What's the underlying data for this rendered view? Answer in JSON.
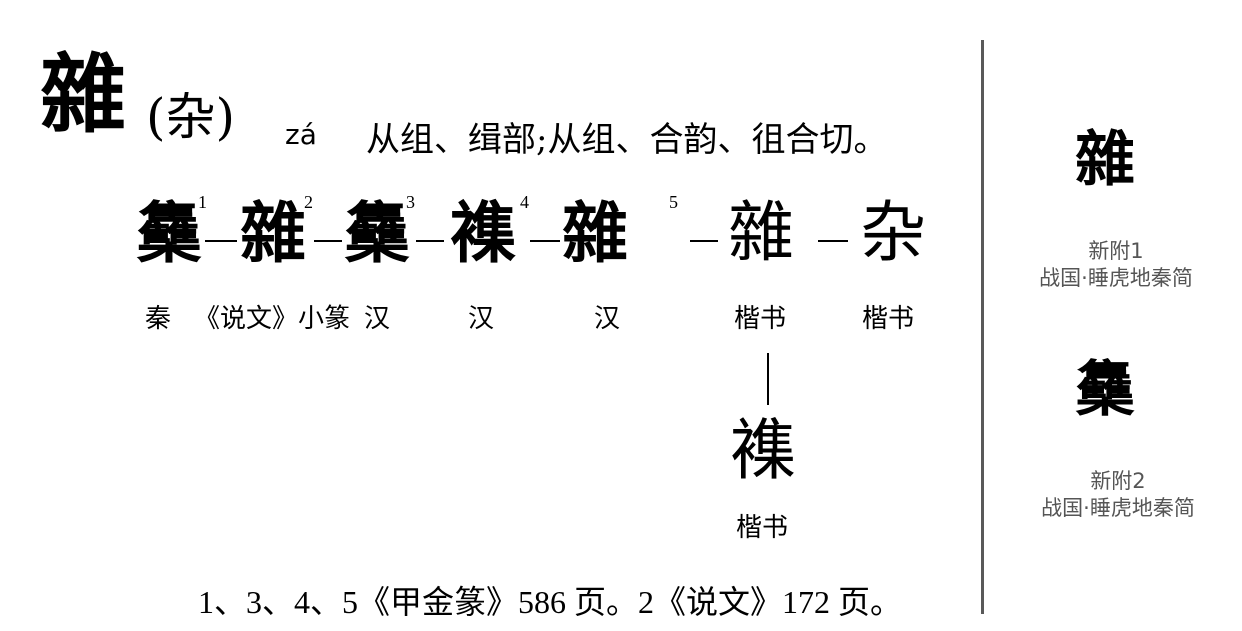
{
  "entry": {
    "headword": "雜",
    "simplified": "(杂)",
    "pinyin": "zá",
    "phonology": "从组、缉部;从组、合韵、徂合切。"
  },
  "evolution": {
    "forms": [
      {
        "glyph": "雧",
        "index": "1",
        "label": "秦"
      },
      {
        "glyph": "雜",
        "index": "2",
        "label": "《说文》小篆"
      },
      {
        "glyph": "雧",
        "index": "3",
        "label": "汉"
      },
      {
        "glyph": "襍",
        "index": "4",
        "label": "汉"
      },
      {
        "glyph": "雜",
        "index": "5",
        "label": "汉"
      },
      {
        "glyph": "雜",
        "index": "",
        "label": "楷书"
      },
      {
        "glyph": "杂",
        "index": "",
        "label": "楷书"
      }
    ],
    "variant": {
      "glyph": "襍",
      "label": "楷书"
    }
  },
  "source_note": "1、3、4、5《甲金篆》586 页。2《说文》172 页。",
  "supplement": [
    {
      "glyph": "雜",
      "title": "新附1",
      "source": "战国·睡虎地秦简"
    },
    {
      "glyph": "雧",
      "title": "新附2",
      "source": "战国·睡虎地秦简"
    }
  ],
  "colors": {
    "text": "#000000",
    "divider": "#595959",
    "side_label": "#555555"
  }
}
